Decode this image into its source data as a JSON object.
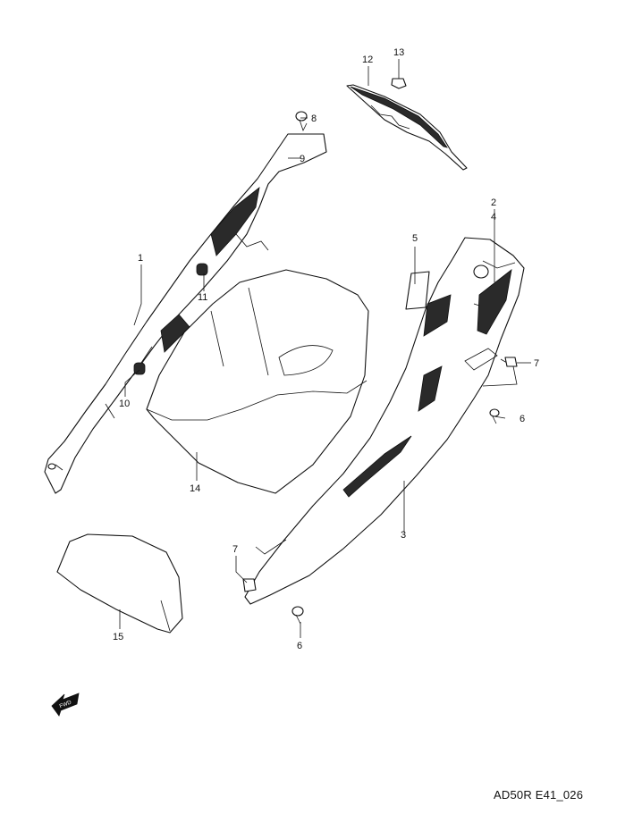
{
  "callouts": [
    {
      "id": "c1",
      "label": "1"
    },
    {
      "id": "c2",
      "label": "2"
    },
    {
      "id": "c3",
      "label": "3"
    },
    {
      "id": "c4",
      "label": "4"
    },
    {
      "id": "c5",
      "label": "5"
    },
    {
      "id": "c6a",
      "label": "6"
    },
    {
      "id": "c6b",
      "label": "6"
    },
    {
      "id": "c7a",
      "label": "7"
    },
    {
      "id": "c7b",
      "label": "7"
    },
    {
      "id": "c8",
      "label": "8"
    },
    {
      "id": "c9",
      "label": "9"
    },
    {
      "id": "c10",
      "label": "10"
    },
    {
      "id": "c11",
      "label": "11"
    },
    {
      "id": "c12",
      "label": "12"
    },
    {
      "id": "c13",
      "label": "13"
    },
    {
      "id": "c14",
      "label": "14"
    },
    {
      "id": "c15",
      "label": "15"
    }
  ],
  "fwd_marker": "FWD",
  "drawing_code": "AD50R E41_026"
}
